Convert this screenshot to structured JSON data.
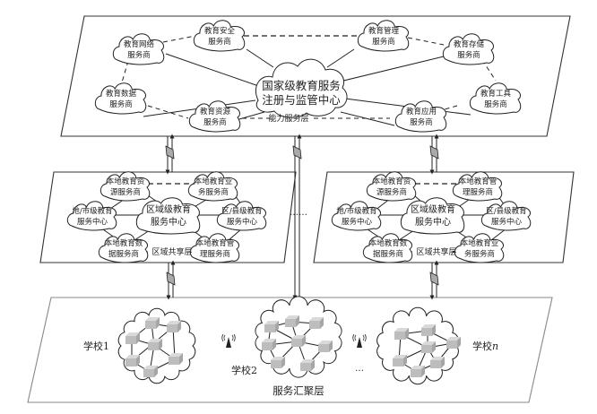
{
  "diagram": {
    "capability_layer": {
      "label": "能力服务层",
      "center": [
        "国家级教育服务",
        "注册与监管中心"
      ],
      "providers": [
        {
          "id": "network",
          "lines": [
            "教育网络",
            "服务商"
          ]
        },
        {
          "id": "security",
          "lines": [
            "教育安全",
            "服务商"
          ]
        },
        {
          "id": "management",
          "lines": [
            "教育管理",
            "服务商"
          ]
        },
        {
          "id": "storage",
          "lines": [
            "教育存储",
            "服务商"
          ]
        },
        {
          "id": "data",
          "lines": [
            "教育数据",
            "服务商"
          ]
        },
        {
          "id": "tools",
          "lines": [
            "教育工具",
            "服务商"
          ]
        },
        {
          "id": "resource",
          "lines": [
            "教育资源",
            "服务商"
          ]
        },
        {
          "id": "application",
          "lines": [
            "教育应用",
            "服务商"
          ]
        }
      ]
    },
    "regional_layers": [
      {
        "label": "区域共享层",
        "center": [
          "区域级教育",
          "服务中心"
        ],
        "nodes": {
          "top_left": [
            "本地教育资",
            "源服务商"
          ],
          "top_right": [
            "本地教育业",
            "务服务商"
          ],
          "left": [
            "地/市级教育",
            "服务中心"
          ],
          "right": [
            "区/县级教育",
            "服务中心"
          ],
          "bottom_left": [
            "本地教育数",
            "据服务商"
          ],
          "bottom_right": [
            "本地教育管",
            "理服务商"
          ]
        }
      },
      {
        "label": "区域共享层",
        "center": [
          "区域级教育",
          "服务中心"
        ],
        "nodes": {
          "top_left": [
            "本地教育资",
            "源服务商"
          ],
          "top_right": [
            "本地教育管",
            "理服务商"
          ],
          "left": [
            "地/市级教育",
            "服务中心"
          ],
          "right": [
            "区/县级教育",
            "服务中心"
          ],
          "bottom_left": [
            "本地教育数",
            "据服务商"
          ],
          "bottom_right": [
            "本地教育业",
            "务服务商"
          ]
        }
      }
    ],
    "regional_ellipsis": "……",
    "aggregation_layer": {
      "label": "服务汇聚层",
      "schools": [
        {
          "label": "学校1"
        },
        {
          "label": "学校2"
        },
        {
          "label": "学校",
          "suffix_italic": "n"
        }
      ],
      "ellipsis": "…",
      "antenna_icon": "wireless-antenna"
    }
  }
}
